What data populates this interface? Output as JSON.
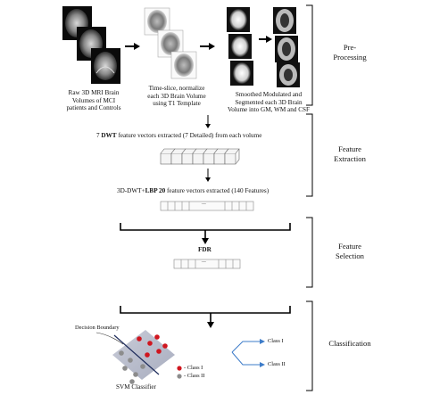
{
  "stages": {
    "preprocessing": [
      "Pre-",
      "Processing"
    ],
    "feature_extraction": [
      "Feature",
      "Extraction"
    ],
    "feature_selection": [
      "Feature",
      "Selection"
    ],
    "classification": "Classification"
  },
  "captions": {
    "raw": [
      "Raw 3D MRI Brain",
      "Volumes of MCI",
      "patients and Controls"
    ],
    "normalize": [
      "Time-slice, normalize",
      "each 3D Brain Volume",
      "using T1 Template"
    ],
    "segment": [
      "Smoothed Modulated and",
      "Segmented each 3D Brain",
      "Volume into GM, WM and CSF"
    ]
  },
  "extraction": {
    "dwt_prefix": "7 ",
    "dwt_bold": "DWT",
    "dwt_suffix": " feature vectors extracted (7 Detailed) from each volume",
    "lbp_prefix": "3D-DWT+",
    "lbp_bold": "LBP 20",
    "lbp_suffix": " feature vectors extracted (140 Features)",
    "vector_dots": "..."
  },
  "selection": {
    "fdr_label": "FDR",
    "vector_dots": "..."
  },
  "classification": {
    "decision_boundary": "Decision Boundary",
    "legend_class1": "- Class I",
    "legend_class2": "- Class II",
    "svm_label": "SVM Classifier",
    "output_class1": "Class I",
    "output_class2": "Class II",
    "class1_color": "#d0161f",
    "class2_color": "#8c8c8c"
  }
}
